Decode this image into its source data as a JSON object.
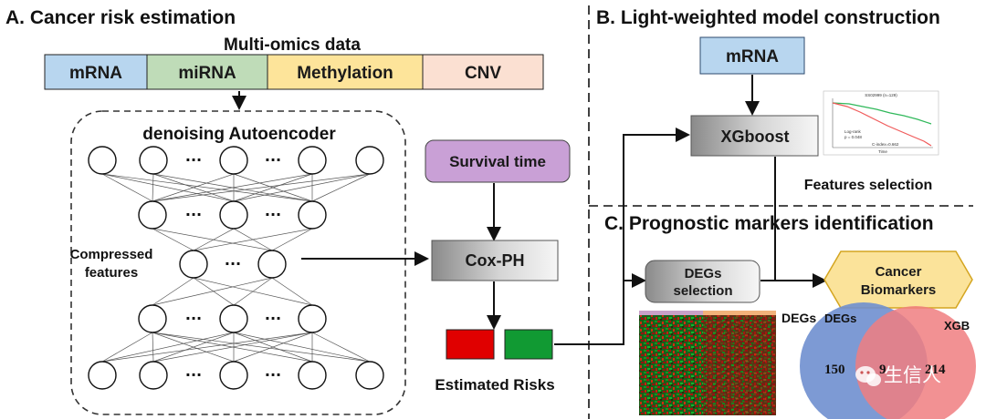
{
  "sections": {
    "a_title": "A. Cancer risk estimation",
    "b_title": "B. Light-weighted model construction",
    "c_title": "C. Prognostic markers identification"
  },
  "omics": {
    "header": "Multi-omics data",
    "items": [
      "mRNA",
      "miRNA",
      "Methylation",
      "CNV"
    ],
    "colors": [
      "#b8d6ef",
      "#bfdcb8",
      "#fde49a",
      "#fbe0d2"
    ]
  },
  "autoencoder": {
    "title": "denoising Autoencoder",
    "ellipsis": "···",
    "compressed_label_line1": "Compressed",
    "compressed_label_line2": "features"
  },
  "survival": {
    "label": "Survival time",
    "color": "#c9a0d6"
  },
  "coxph": {
    "label": "Cox-PH"
  },
  "risks": {
    "label": "Estimated Risks",
    "colors": [
      "#e00000",
      "#119a33"
    ]
  },
  "light_model": {
    "mrna_label": "mRNA",
    "xgboost_label": "XGboost",
    "features_selection_label": "Features selection",
    "km_plot": {
      "title": "SS02999 (n=129)",
      "line1": "Log-rank",
      "line2": "p = 0.048",
      "cindex": "C-index=0.662",
      "xlabel": "Time"
    }
  },
  "markers": {
    "degs_selection_line1": "DEGs",
    "degs_selection_line2": "selection",
    "cancer_biomarkers_line1": "Cancer",
    "cancer_biomarkers_line2": "Biomarkers",
    "biomarker_color": "#fbe39a",
    "heatmap_label": "DEGs",
    "venn": {
      "left_label": "DEGs",
      "right_label": "XGB",
      "left_only": "150",
      "overlap": "9",
      "right_only": "214",
      "left_color": "#6f8fcf",
      "right_color": "#f07e80"
    }
  },
  "watermark": {
    "text": "生信人"
  }
}
